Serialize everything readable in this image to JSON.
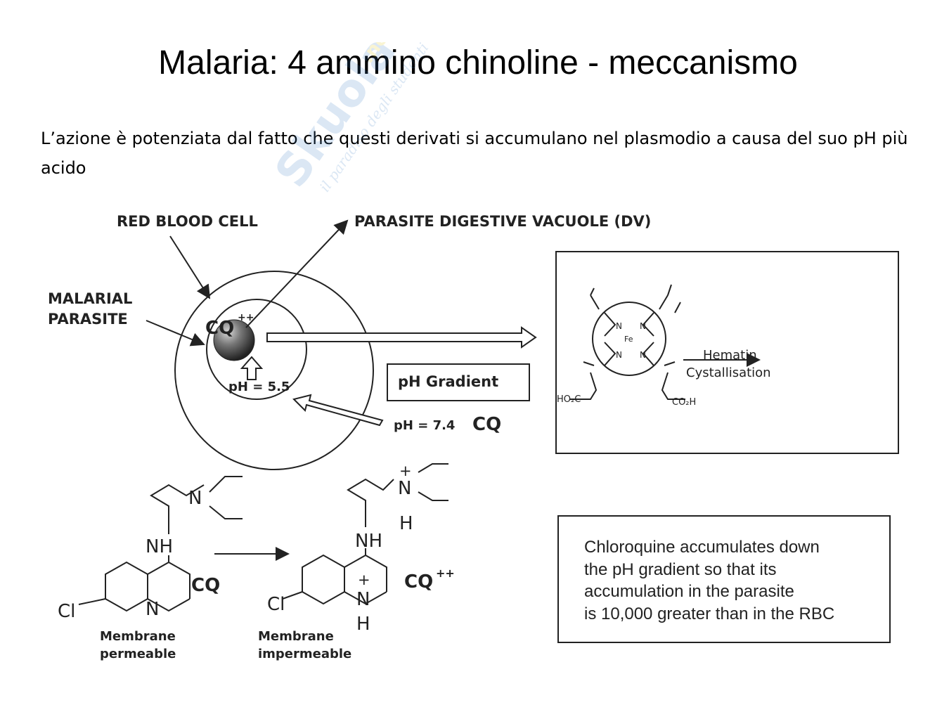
{
  "slide": {
    "title": "Malaria: 4 ammino chinoline - meccanismo",
    "subtitle": "L’azione è potenziata dal fatto che questi derivati si accumulano nel plasmodio a causa del suo pH più acido"
  },
  "diagram": {
    "red_blood_cell_label": "RED BLOOD CELL",
    "dv_label": "PARASITE DIGESTIVE VACUOLE (DV)",
    "parasite_label_line1": "MALARIAL",
    "parasite_label_line2": "PARASITE",
    "cq_inside": "CQ",
    "cq_inside_charge": "++",
    "ph_inside": "pH = 5.5",
    "ph_gradient": "pH Gradient",
    "ph_outside": "pH = 7.4",
    "cq_outside": "CQ",
    "hematin_line1": "Hematin",
    "hematin_line2": "Cystallisation",
    "heme_fe": "Fe",
    "heme_n": "N",
    "heme_acid_left": "HO₂C",
    "heme_acid_right": "CO₂H",
    "cq_label": "CQ",
    "cq_pp_label": "CQ",
    "cq_pp_charge": "++",
    "atom_cl": "Cl",
    "atom_n": "N",
    "atom_nh": "NH",
    "atom_h": "H",
    "plus": "+",
    "left_caption_line1": "Membrane",
    "left_caption_line2": "permeable",
    "right_caption_line1": "Membrane",
    "right_caption_line2": "impermeable",
    "note_line1": "Chloroquine accumulates down",
    "note_line2": "the pH gradient so that its",
    "note_line3": "accumulation in the parasite",
    "note_line4": "is 10,000 greater than in the RBC"
  },
  "watermark": {
    "text1": "Skuola",
    "text2": ".net",
    "text3": "il paradiso degli studenti"
  }
}
